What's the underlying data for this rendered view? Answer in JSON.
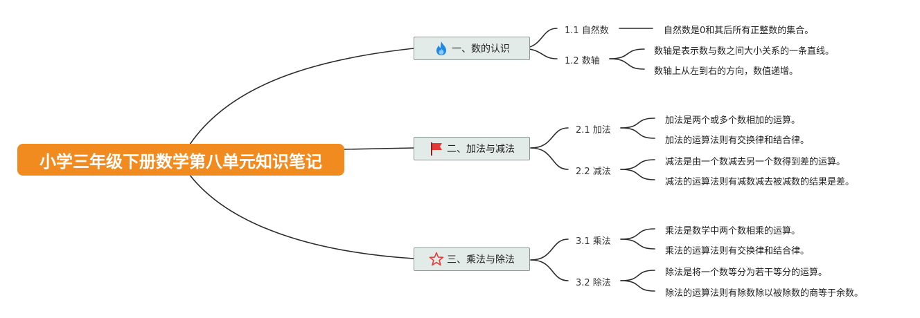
{
  "root": {
    "title": "小学三年级下册数学第八单元知识笔记"
  },
  "branches": [
    {
      "title": "一、数的认识",
      "icon": "fire-icon",
      "subtopics": [
        {
          "title": "1.1 自然数",
          "notes": [
            "自然数是0和其后所有正整数的集合。"
          ]
        },
        {
          "title": "1.2 数轴",
          "notes": [
            "数轴是表示数与数之间大小关系的一条直线。",
            "数轴上从左到右的方向，数值递增。"
          ]
        }
      ]
    },
    {
      "title": "二、加法与减法",
      "icon": "flag-icon",
      "subtopics": [
        {
          "title": "2.1 加法",
          "notes": [
            "加法是两个或多个数相加的运算。",
            "加法的运算法则有交换律和结合律。"
          ]
        },
        {
          "title": "2.2 减法",
          "notes": [
            "减法是由一个数减去另一个数得到差的运算。",
            "减法的运算法则有减数减去被减数的结果是差。"
          ]
        }
      ]
    },
    {
      "title": "三、乘法与除法",
      "icon": "star-icon",
      "subtopics": [
        {
          "title": "3.1 乘法",
          "notes": [
            "乘法是数学中两个数相乘的运算。",
            "乘法的运算法则有交换律和结合律。"
          ]
        },
        {
          "title": "3.2 除法",
          "notes": [
            "除法是将一个数等分为若干等分的运算。",
            "除法的运算法则有除数除以被除数的商等于余数。"
          ]
        }
      ]
    }
  ],
  "colors": {
    "root": "#f18a1f",
    "branch_fill": "#e3ebe8",
    "branch_border": "#8a9a95",
    "link": "#2b2b2b"
  }
}
